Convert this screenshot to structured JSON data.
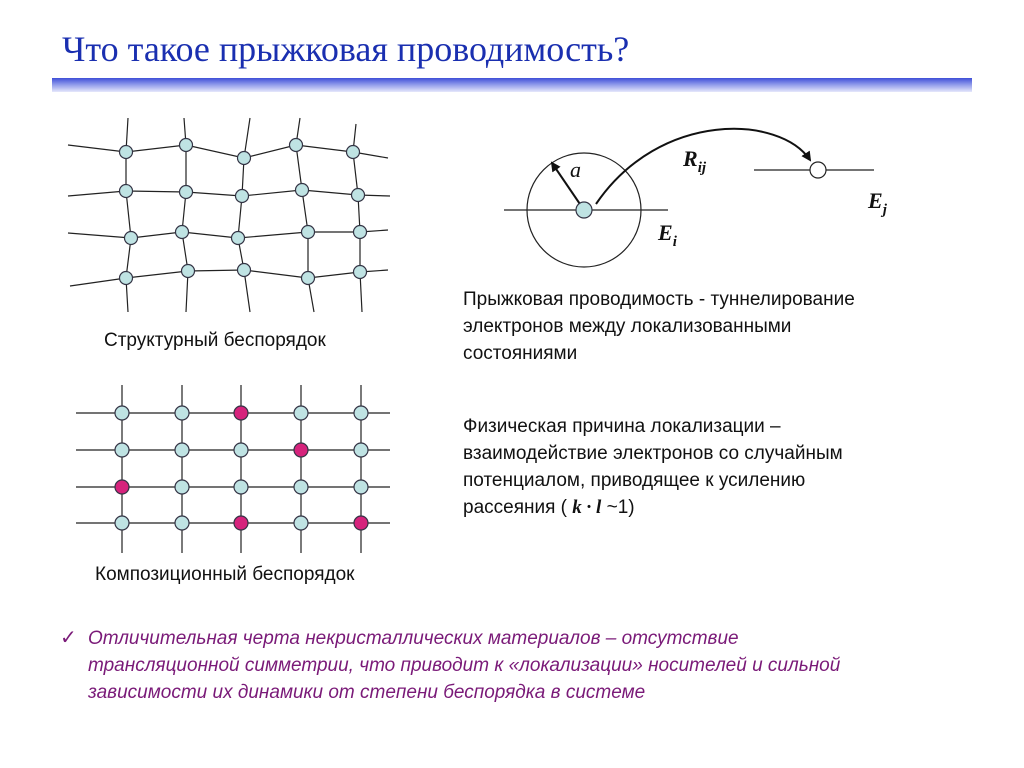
{
  "title": "Что такое прыжковая проводимость?",
  "structural_caption": "Структурный беспорядок",
  "compositional_caption": "Композиционный беспорядок",
  "hop_labels": {
    "radius": "a",
    "distance": "R",
    "distance_sub": "ij",
    "energy_i": "E",
    "energy_i_sub": "i",
    "energy_j": "E",
    "energy_j_sub": "j"
  },
  "definition": {
    "lines": [
      "Прыжковая проводимость - туннелирование",
      "электронов между локализованными",
      "состояниями"
    ]
  },
  "reason": {
    "lines": [
      "Физическая причина локализации –",
      "взаимодействие электронов со случайным",
      "потенциалом, приводящее к усилению"
    ],
    "last_prefix": "рассеяния (",
    "formula": "k · l",
    "last_suffix": "~1)"
  },
  "conclusion": {
    "check": "✓",
    "lines": [
      "Отличительная черта некристаллических материалов – отсутствие",
      "трансляционной симметрии, что приводит к «локализации» носителей и сильной",
      "зависимости их динамики от степени беспорядка в системе"
    ]
  },
  "colors": {
    "title": "#1a2fb0",
    "host_atom": "#bfe3e3",
    "impurity_atom": "#d6237c",
    "conclusion_text": "#7a1a78"
  },
  "icons": {
    "bullet": "checkmark-icon"
  }
}
